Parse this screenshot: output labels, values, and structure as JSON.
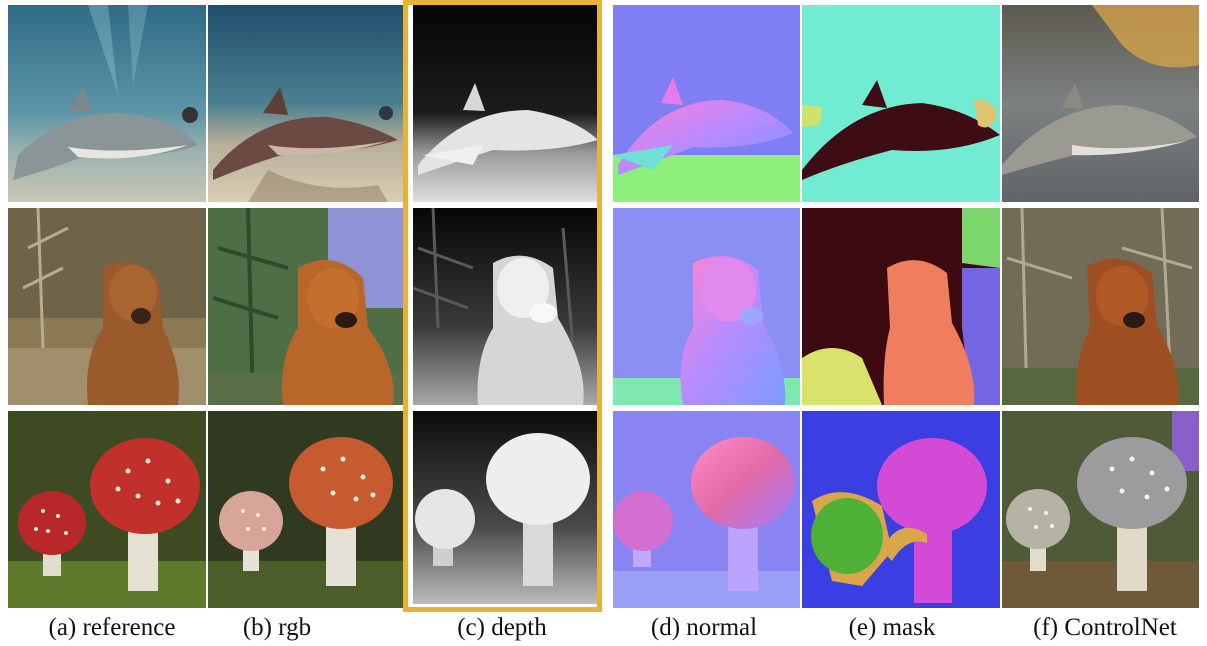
{
  "figure": {
    "highlight_color": "#e8b238",
    "columns": [
      {
        "id": "reference",
        "caption": "(a) reference"
      },
      {
        "id": "rgb",
        "caption": "(b) rgb"
      },
      {
        "id": "depth",
        "caption": "(c) depth"
      },
      {
        "id": "normal",
        "caption": "(d) normal"
      },
      {
        "id": "mask",
        "caption": "(e) mask"
      },
      {
        "id": "controlnet",
        "caption": "(f) ControlNet"
      }
    ],
    "rows": [
      "shark",
      "dog",
      "mushroom"
    ]
  }
}
